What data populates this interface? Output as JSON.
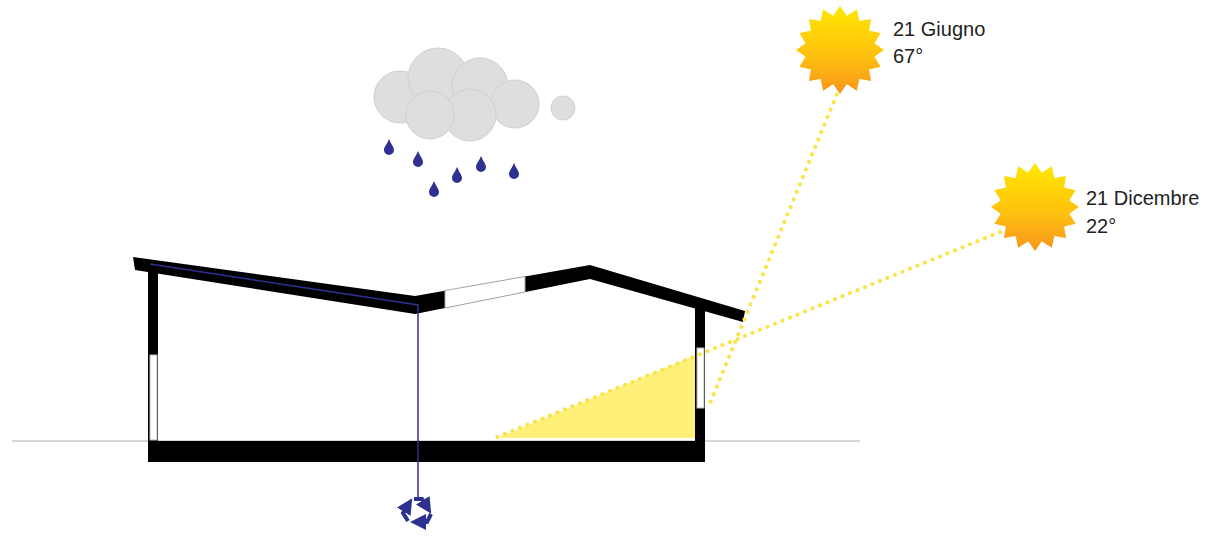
{
  "diagram": {
    "labels": [
      "21 Giugno",
      "67°",
      "21 Dicembre",
      "22°"
    ]
  }
}
